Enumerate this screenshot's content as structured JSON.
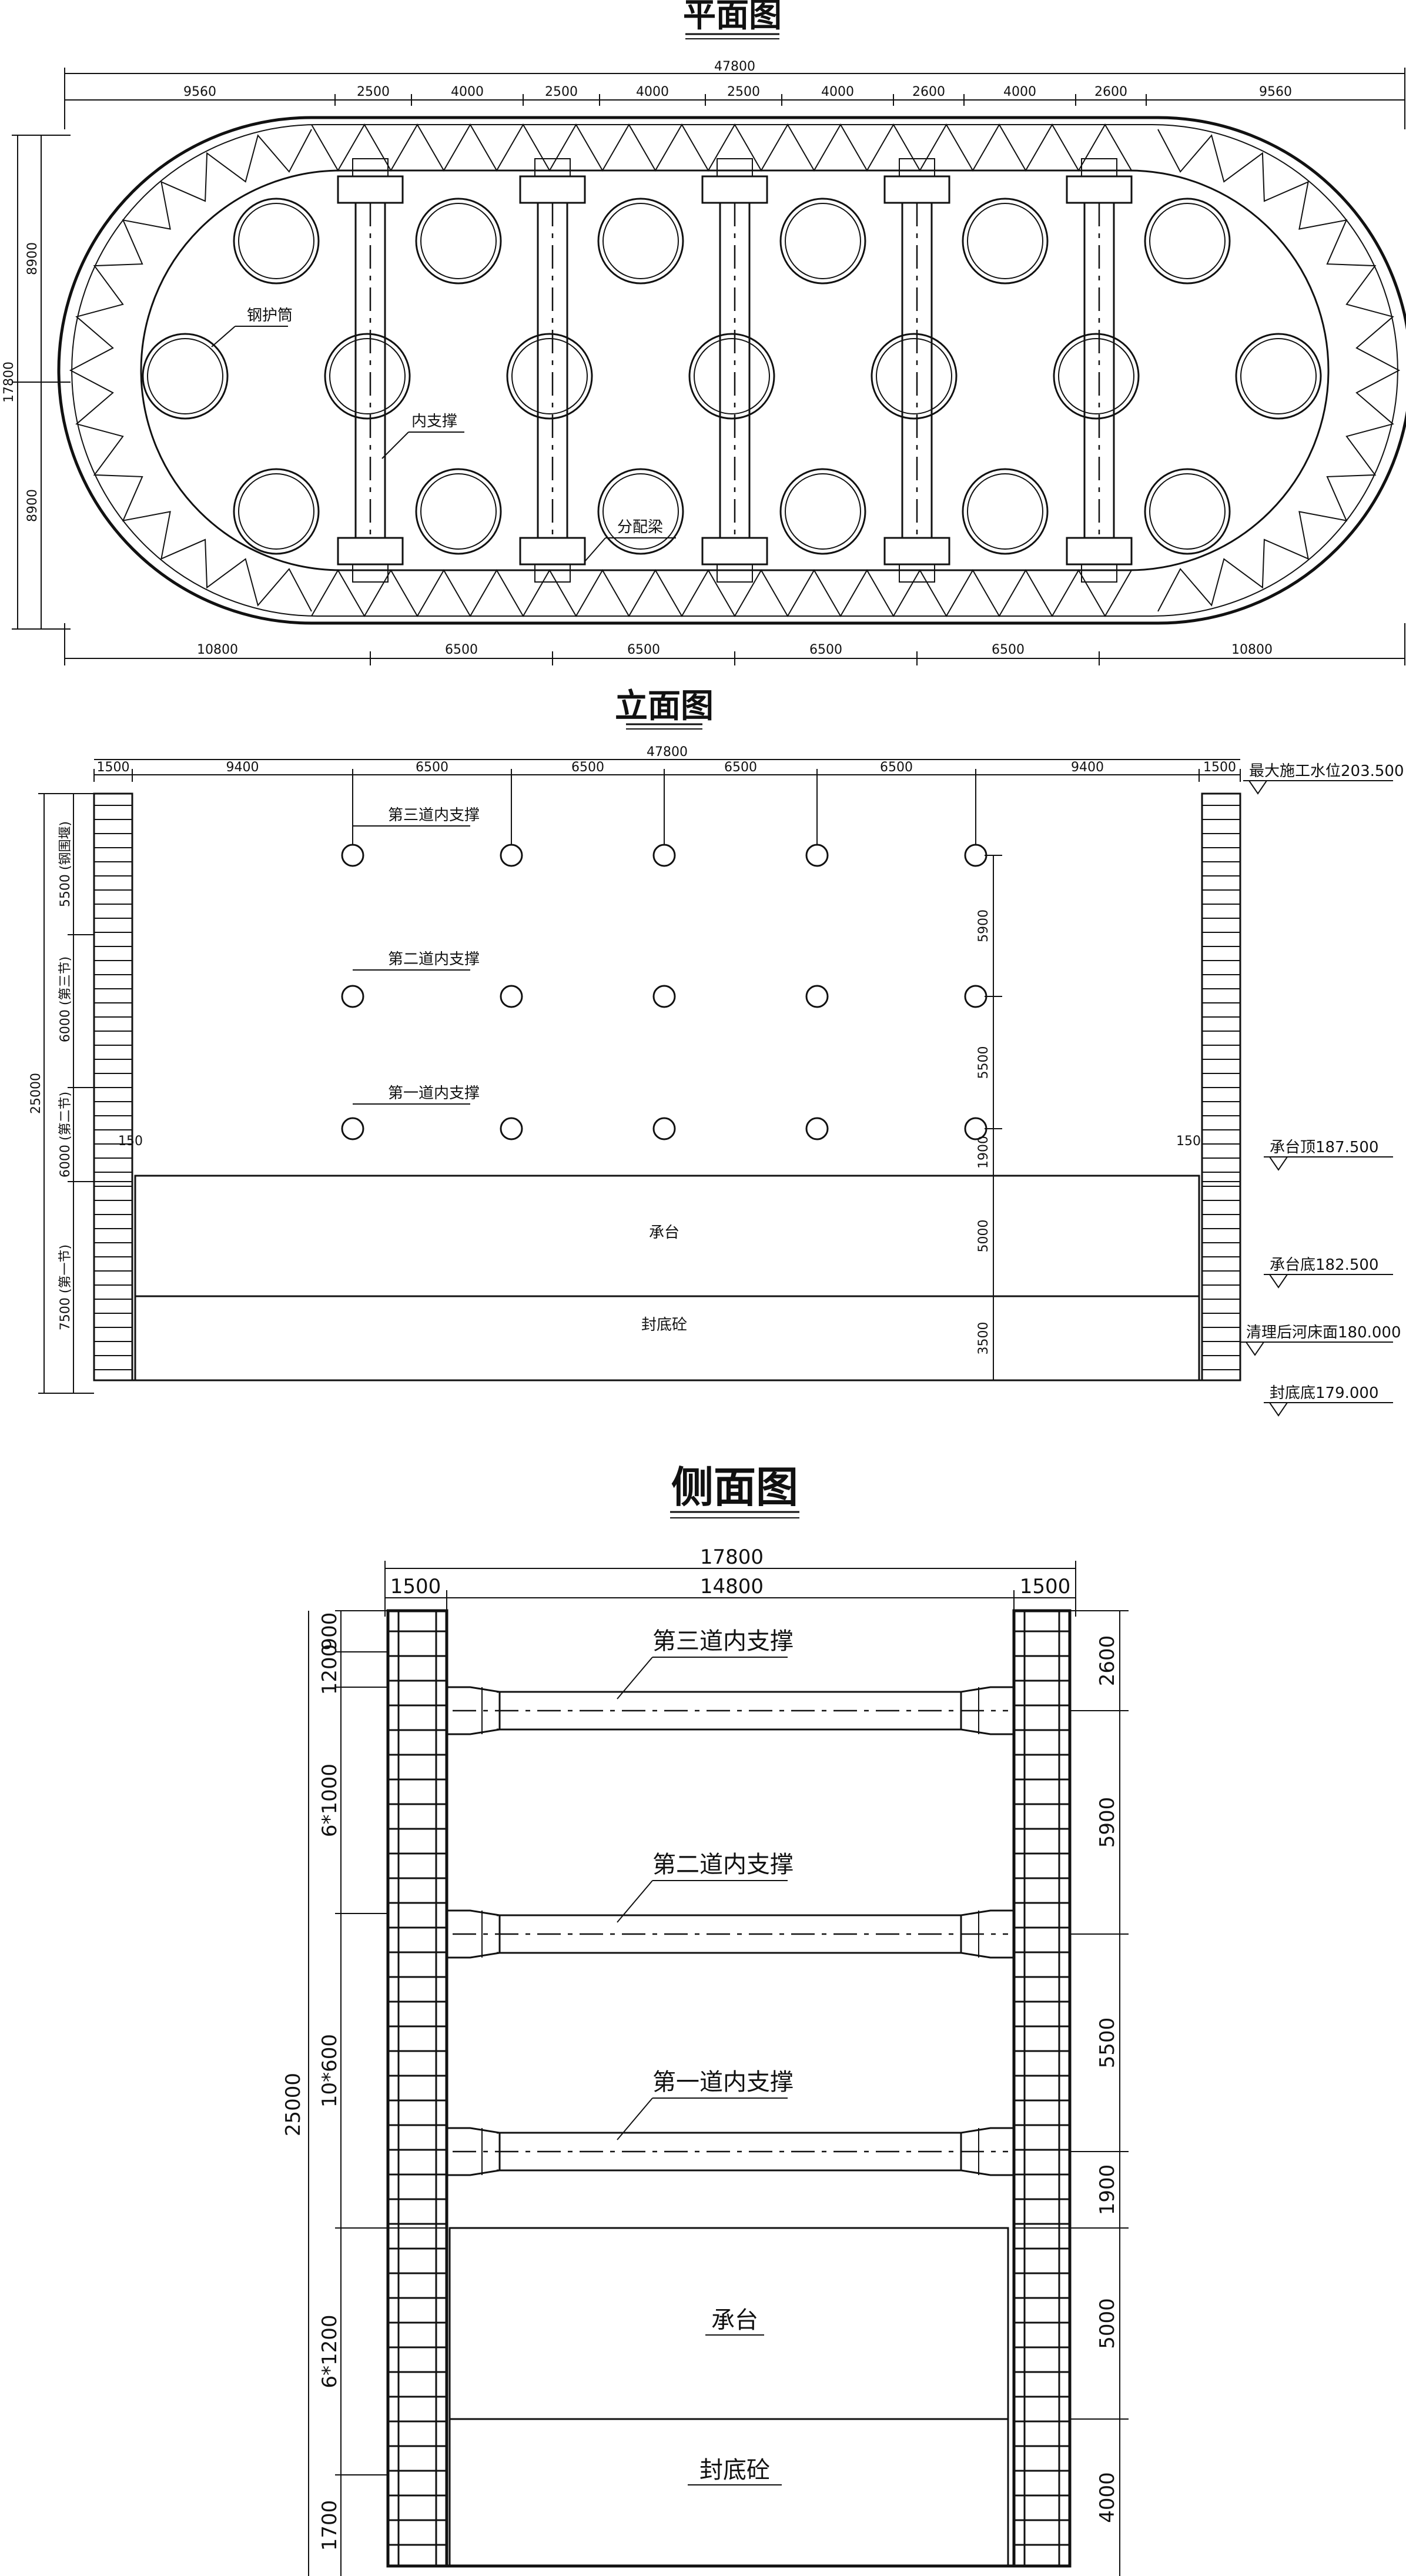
{
  "plan": {
    "title": "平面图",
    "total_top": "47800",
    "top_dims": [
      "9560",
      "2500",
      "4000",
      "2500",
      "4000",
      "2500",
      "4000",
      "2600",
      "4000",
      "2600",
      "9560"
    ],
    "bottom_dims": [
      "10800",
      "6500",
      "6500",
      "6500",
      "6500",
      "10800"
    ],
    "left_total": "17800",
    "left_dims": [
      "8900",
      "8900"
    ],
    "labels": {
      "steel_casing": "钢护筒",
      "inner_brace": "内支撑",
      "distribution_beam": "分配梁"
    }
  },
  "elevation": {
    "title": "立面图",
    "total_top": "47800",
    "top_dims": [
      "1500",
      "9400",
      "6500",
      "6500",
      "6500",
      "6500",
      "9400",
      "1500"
    ],
    "left_total": "25000",
    "left_dims": [
      "5500 (钢围堰)",
      "6000 (第三节)",
      "6000 (第二节)",
      "7500 (第一节)"
    ],
    "right_dims": [
      "5900",
      "5500",
      "1900",
      "5000",
      "3500"
    ],
    "wall_gap_left": "150",
    "wall_gap_right": "150",
    "brace_labels": [
      "第三道内支撑",
      "第二道内支撑",
      "第一道内支撑"
    ],
    "cap_label": "承台",
    "seal_label": "封底砼",
    "elevations": [
      "最大施工水位203.500",
      "承台顶187.500",
      "承台底182.500",
      "清理后河床面180.000",
      "封底底179.000"
    ]
  },
  "side": {
    "title": "侧面图",
    "total_top": "17800",
    "top_dims": [
      "1500",
      "14800",
      "1500"
    ],
    "left_total": "25000",
    "left_dims": [
      "900",
      "1200",
      "6*1000",
      "10*600",
      "6*1200",
      "1700"
    ],
    "right_dims": [
      "2600",
      "5900",
      "5500",
      "1900",
      "5000",
      "4000"
    ],
    "brace_labels": [
      "第三道内支撑",
      "第二道内支撑",
      "第一道内支撑"
    ],
    "cap_label": "承台",
    "seal_label": "封底砼"
  }
}
